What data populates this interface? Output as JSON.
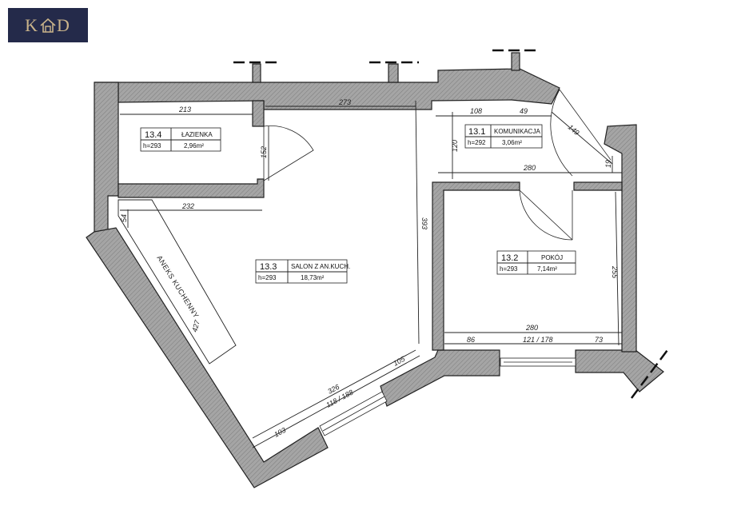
{
  "logo": {
    "left": "K",
    "right": "D",
    "icon": "house-monogram-icon"
  },
  "rooms": [
    {
      "id": "13.4",
      "name": "ŁAZIENKA",
      "height": "h=293",
      "area": "2,96m²"
    },
    {
      "id": "13.1",
      "name": "KOMUNIKACJA",
      "height": "h=292",
      "area": "3,06m²"
    },
    {
      "id": "13.3",
      "name": "SALON Z AN.KUCH.",
      "height": "h=293",
      "area": "18,73m²"
    },
    {
      "id": "13.2",
      "name": "POKÓJ",
      "height": "h=293",
      "area": "7,14m²"
    }
  ],
  "dimensions": {
    "d213": "213",
    "d273": "273",
    "d108": "108",
    "d49": "49",
    "d149": "149",
    "d152": "152",
    "d120": "120",
    "d280top": "280",
    "d19": "19",
    "d232": "232",
    "d54": "54",
    "d393": "393",
    "d255": "255",
    "d427": "427",
    "d280bot": "280",
    "d86": "86",
    "d121": "121 / 178",
    "d73": "73",
    "d326": "326",
    "d105": "105",
    "d118": "118 / 188",
    "d103": "103"
  },
  "annotations": {
    "kitchen": "ANEKS KUCHENNY"
  },
  "colors": {
    "wall": "#9a9a9a",
    "logo_bg": "#242a4a",
    "logo_text": "#c9b38a"
  }
}
